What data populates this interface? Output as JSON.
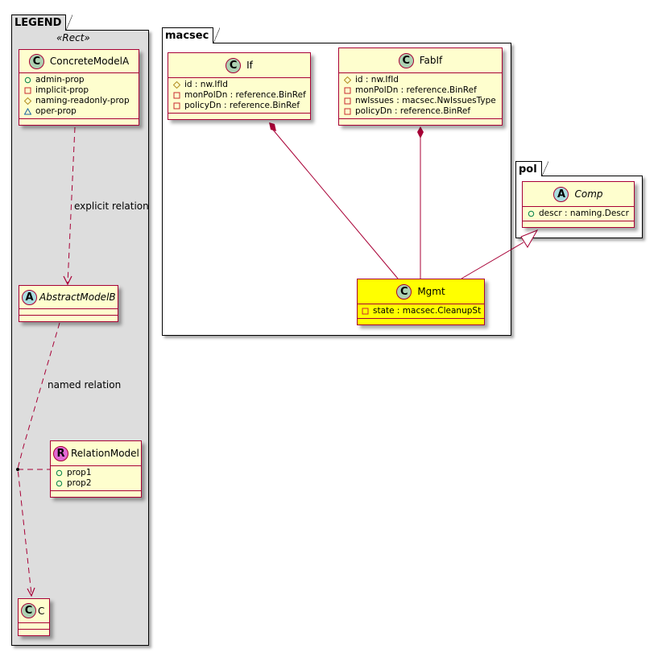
{
  "legend": {
    "package_name": "LEGEND",
    "stereotype": "«Rect»",
    "concrete_model": {
      "name": "ConcreteModelA",
      "kind": "C",
      "attributes": [
        {
          "visibility": "public",
          "text": "admin-prop"
        },
        {
          "visibility": "private",
          "text": "implicit-prop"
        },
        {
          "visibility": "protected",
          "text": "naming-readonly-prop"
        },
        {
          "visibility": "package",
          "text": "oper-prop"
        }
      ]
    },
    "explicit_relation_label": "explicit relation",
    "abstract_model": {
      "name": "AbstractModelB",
      "kind": "A"
    },
    "named_relation_label": "named relation",
    "relation_model": {
      "name": "RelationModel",
      "kind": "R",
      "attributes": [
        {
          "visibility": "public",
          "text": "prop1"
        },
        {
          "visibility": "public",
          "text": "prop2"
        }
      ]
    },
    "c_model": {
      "name": "C",
      "kind": "C"
    }
  },
  "macsec": {
    "package_name": "macsec",
    "if_class": {
      "name": "If",
      "kind": "C",
      "attributes": [
        {
          "visibility": "protected",
          "text": "id : nw.IfId"
        },
        {
          "visibility": "private",
          "text": "monPolDn : reference.BinRef"
        },
        {
          "visibility": "private",
          "text": "policyDn : reference.BinRef"
        }
      ]
    },
    "fabif_class": {
      "name": "FabIf",
      "kind": "C",
      "attributes": [
        {
          "visibility": "protected",
          "text": "id : nw.IfId"
        },
        {
          "visibility": "private",
          "text": "monPolDn : reference.BinRef"
        },
        {
          "visibility": "private",
          "text": "nwIssues : macsec.NwIssuesType"
        },
        {
          "visibility": "private",
          "text": "policyDn : reference.BinRef"
        }
      ]
    },
    "mgmt_class": {
      "name": "Mgmt",
      "kind": "C",
      "highlight_color": "#ffff00",
      "attributes": [
        {
          "visibility": "private",
          "text": "state : macsec.CleanupSt"
        }
      ]
    }
  },
  "pol": {
    "package_name": "pol",
    "comp_class": {
      "name": "Comp",
      "kind": "A",
      "attributes": [
        {
          "visibility": "public",
          "text": "descr : naming.Descr"
        }
      ]
    }
  },
  "relations": [
    {
      "from": "If",
      "to": "Mgmt",
      "type": "composition"
    },
    {
      "from": "FabIf",
      "to": "Mgmt",
      "type": "composition"
    },
    {
      "from": "Mgmt",
      "to": "Comp",
      "type": "inheritance"
    }
  ],
  "colors": {
    "class_fill": "#fefece",
    "class_border": "#a80036",
    "legend_fill": "#dddddd",
    "highlight": "#ffff00"
  }
}
